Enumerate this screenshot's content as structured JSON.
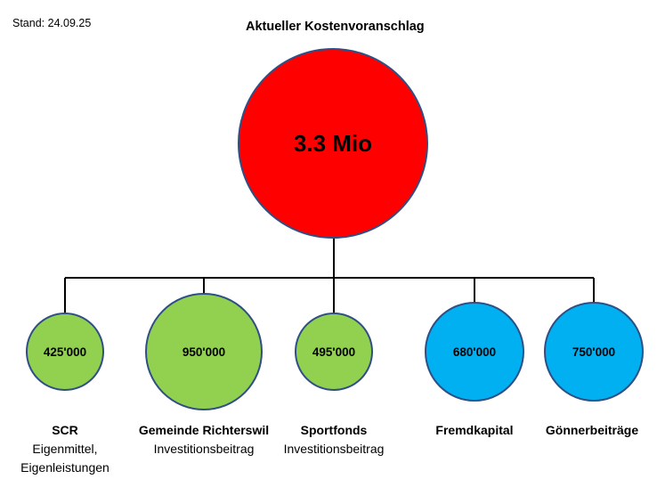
{
  "stand": "Stand: 24.09.25",
  "title": "Aktueller Kostenvoranschlag",
  "total": {
    "label": "3.3 Mio",
    "color": "#ff0000"
  },
  "items": [
    {
      "value": "425'000",
      "name": "SCR",
      "sub": [
        "Eigenmittel,",
        "Eigenleistungen"
      ],
      "color": "#92d050"
    },
    {
      "value": "950'000",
      "name": "Gemeinde Richterswil",
      "sub": [
        "Investitionsbeitrag"
      ],
      "color": "#92d050"
    },
    {
      "value": "495'000",
      "name": "Sportfonds",
      "sub": [
        "Investitionsbeitrag"
      ],
      "color": "#92d050"
    },
    {
      "value": "680'000",
      "name": "Fremdkapital",
      "sub": [],
      "color": "#00b0f0"
    },
    {
      "value": "750'000",
      "name": "Gönnerbeiträge",
      "sub": [],
      "color": "#00b0f0"
    }
  ]
}
